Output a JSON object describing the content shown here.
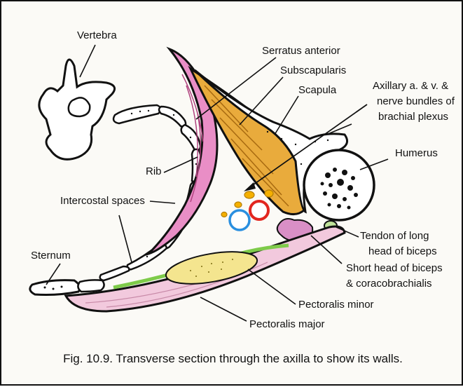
{
  "figure": {
    "caption": "Fig. 10.9. Transverse section through the axilla to show its walls.",
    "labels": {
      "vertebra": "Vertebra",
      "serratus_anterior": "Serratus anterior",
      "subscapularis": "Subscapularis",
      "scapula": "Scapula",
      "axillary_line1": "Axillary a. & v. &",
      "axillary_line2": "nerve bundles of",
      "axillary_line3": "brachial plexus",
      "humerus": "Humerus",
      "rib": "Rib",
      "intercostal_spaces": "Intercostal spaces",
      "tendon_line1": "Tendon of long",
      "tendon_line2": "head of biceps",
      "sternum": "Sternum",
      "short_head_line1": "Short head of biceps",
      "short_head_line2": "& coracobrachialis",
      "pectoralis_minor": "Pectoralis minor",
      "pectoralis_major": "Pectoralis major"
    },
    "colors": {
      "muscle_pink": "#e98ec6",
      "muscle_light_pink": "#f2c9dd",
      "subscapularis_orange": "#e9ab3c",
      "minor_green": "#7ecb4a",
      "minor_yellow": "#f4e58f",
      "artery_red": "#e2261f",
      "vein_blue": "#2a8fe0",
      "nerve_yellow": "#f5b000",
      "short_head_pink": "#d98fc6"
    }
  }
}
